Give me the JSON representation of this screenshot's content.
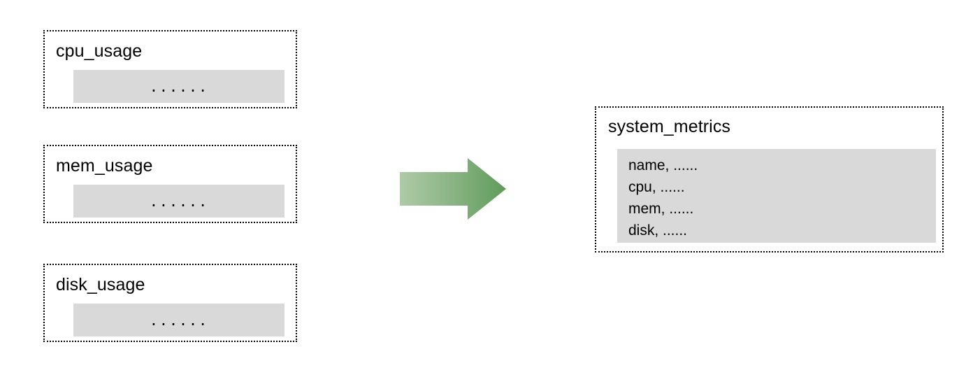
{
  "diagram": {
    "type": "data-merge-flow",
    "sources": [
      {
        "title": "cpu_usage",
        "body_text": "......"
      },
      {
        "title": "mem_usage",
        "body_text": "......"
      },
      {
        "title": "disk_usage",
        "body_text": "......"
      }
    ],
    "arrow": {
      "icon": "right-arrow-icon",
      "direction": "right",
      "gradient_start_color": "#a7c6a0",
      "gradient_end_color": "#5f9d5b"
    },
    "target": {
      "title": "system_metrics",
      "rows": [
        "name, ......",
        "cpu, ......",
        "mem, ......",
        "disk, ......"
      ]
    },
    "colors": {
      "card_border": "#000000",
      "card_body_fill": "#d9d9d9",
      "background": "#ffffff",
      "text": "#000000"
    }
  }
}
